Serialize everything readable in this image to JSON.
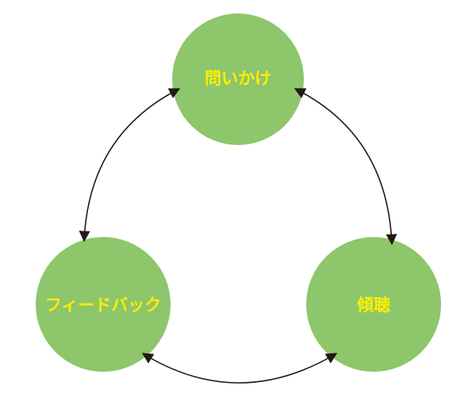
{
  "colors": {
    "circle": "#8dc66b",
    "text": "#ffee00",
    "arrow": "#231815"
  },
  "nodes": {
    "top": {
      "label": "問いかけ"
    },
    "right": {
      "label": "傾聴"
    },
    "left": {
      "label": "フィードバック"
    }
  }
}
